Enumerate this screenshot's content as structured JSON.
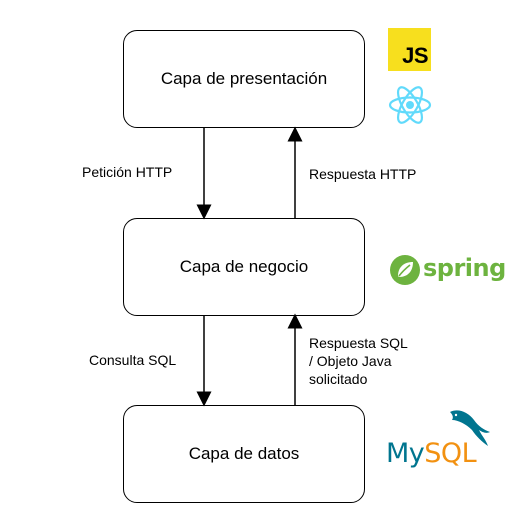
{
  "layers": {
    "presentation": "Capa de presentación",
    "business": "Capa de negocio",
    "data": "Capa de datos"
  },
  "arrows": {
    "http_request": "Petición HTTP",
    "http_response": "Respuesta HTTP",
    "sql_query": "Consulta SQL",
    "sql_response": "Respuesta SQL\n/ Objeto Java\nsolicitado"
  },
  "logos": {
    "js": "JS",
    "react": "react-icon",
    "spring": "spring",
    "mysql_my": "My",
    "mysql_sql": "SQL"
  },
  "colors": {
    "js_yellow": "#f7df1e",
    "react_blue": "#61dafb",
    "spring_green": "#6db33f",
    "mysql_blue": "#00758f",
    "mysql_orange": "#f29111"
  }
}
